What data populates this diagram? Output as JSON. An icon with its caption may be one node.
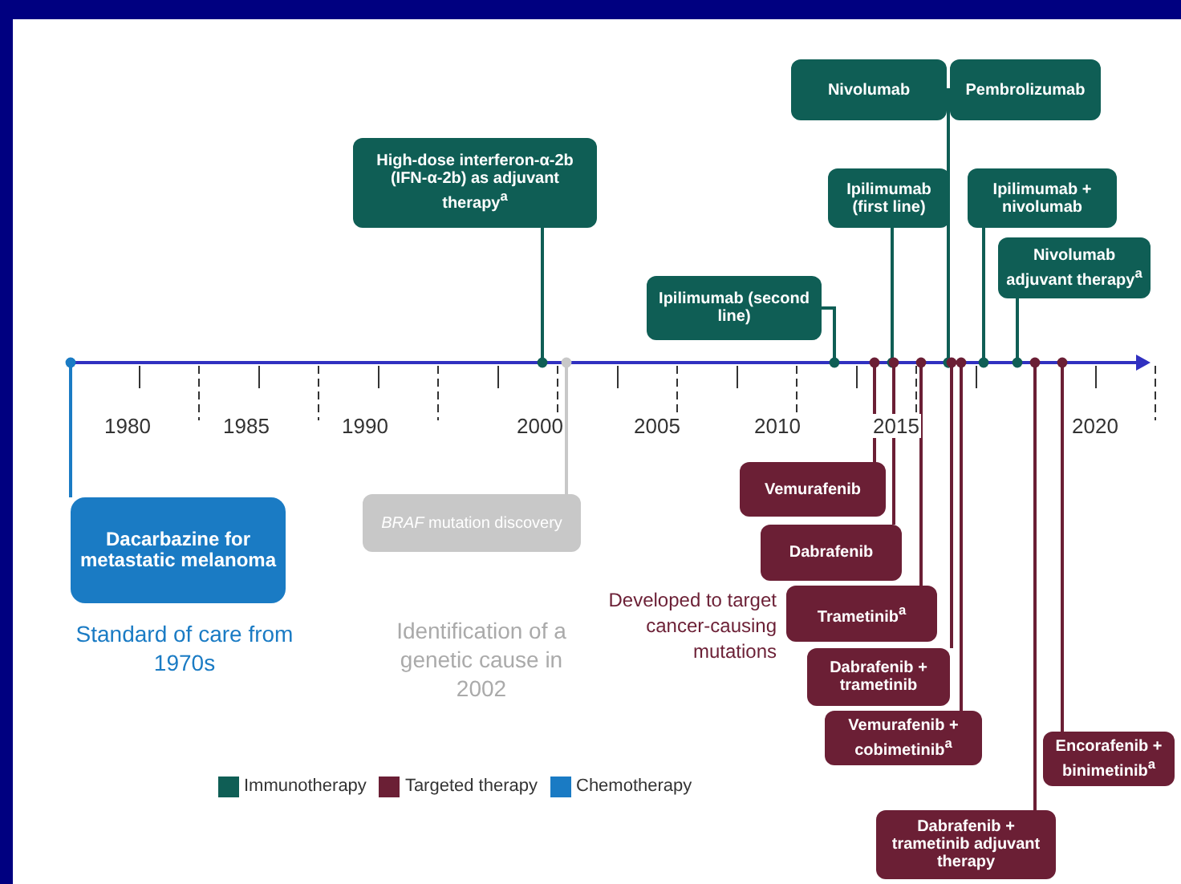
{
  "diagram": {
    "nodes": [
      {
        "text": [
          "High-dose interferon-α-2b (IFN-α-2b) as adjuvant therapy$^{a}$"
        ]
      },
      {
        "text": [
          "Ipilimumab (second line)"
        ]
      },
      {
        "text": [
          "Nivolumab"
        ]
      },
      {
        "text": [
          "Pembrolizumab"
        ]
      },
      {
        "text": [
          "Ipilimumab (first line)"
        ]
      },
      {
        "text": [
          "Ipilimumab + nivolumab"
        ]
      },
      {
        "text": [
          "Nivolumab adjuvant therapy$^{a}$"
        ]
      },
      {
        "text": [
          "Dacarbazine for metastatic melanoma"
        ],
        "beside": [
          "Standard of care from 1970s"
        ]
      },
      {
        "text": [
          "*BRAF* mutation discovery"
        ],
        "beside": [
          "Identification of a genetic cause in 2002"
        ]
      },
      {
        "text": [
          "Vemurafenib"
        ]
      },
      {
        "text": [
          "Dabrafenib"
        ]
      },
      {
        "text": [
          "Trametinib$^{a}$"
        ]
      },
      {
        "text": [
          "Dabrafenib + trametinib"
        ]
      },
      {
        "text": [
          "Vemurafenib + cobimetinib$^{a}$"
        ]
      },
      {
        "text": [
          "Encorafenib + binimetinib$^{a}$"
        ]
      },
      {
        "text": [
          "Dabrafenib + trametinib adjuvant therapy"
        ]
      }
    ],
    "edges": [
      {
        "from": 0,
        "to": null,
        "arrow": "other",
        "color": "#0f5e55"
      },
      {
        "from": 1,
        "to": null,
        "arrow": "other",
        "color": "#0f5e55"
      },
      {
        "from": 2,
        "to": null,
        "arrow": "other",
        "color": "#0f5e55"
      },
      {
        "from": 3,
        "to": null,
        "arrow": "other",
        "color": "#0f5e55"
      },
      {
        "from": 4,
        "to": null,
        "arrow": "other",
        "color": "#0f5e55"
      },
      {
        "from": 5,
        "to": null,
        "arrow": "other",
        "color": "#0f5e55"
      },
      {
        "from": 6,
        "to": null,
        "arrow": "other",
        "color": "#0f5e55"
      },
      {
        "from": 7,
        "to": null,
        "arrow": "other",
        "color": "#1a7bc4"
      },
      {
        "from": 8,
        "to": null,
        "arrow": "other",
        "color": "#c8c8c8"
      },
      {
        "from": 9,
        "to": null,
        "arrow": "other",
        "color": "#6b1f35"
      },
      {
        "from": 10,
        "to": null,
        "arrow": "other",
        "color": "#6b1f35"
      },
      {
        "from": 11,
        "to": null,
        "arrow": "other",
        "color": "#6b1f35"
      },
      {
        "from": 12,
        "to": null,
        "arrow": "other",
        "color": "#6b1f35"
      },
      {
        "from": 13,
        "to": null,
        "arrow": "other",
        "color": "#6b1f35"
      },
      {
        "from": 14,
        "to": null,
        "arrow": "other",
        "color": "#6b1f35"
      },
      {
        "from": 15,
        "to": null,
        "arrow": "other",
        "color": "#6b1f35"
      }
    ],
    "labels": [
      "1980",
      "1985",
      "1990",
      "2000",
      "2005",
      "2010",
      "2015",
      "2020",
      "Developed to target cancer-causing mutations"
    ],
    "legend": [
      {
        "text": "Immunotherapy",
        "color": "#0f5e55"
      },
      {
        "text": "Targeted therapy",
        "color": "#6b1f35"
      },
      {
        "text": "Chemotherapy",
        "color": "#1a7bc4"
      }
    ]
  }
}
